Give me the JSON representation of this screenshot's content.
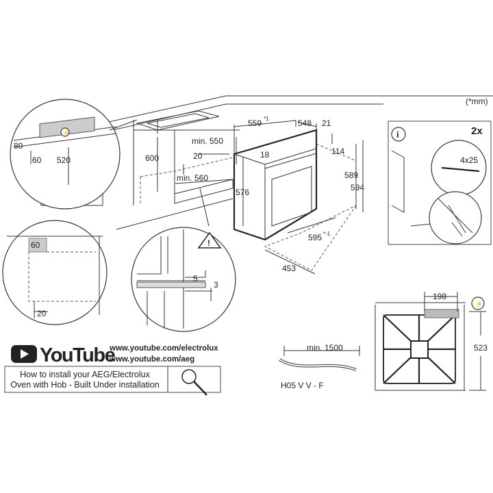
{
  "units_note": "(*mm)",
  "kitchen": {
    "dim_80": "80",
    "dim_60": "60",
    "dim_520": "520",
    "dim_600": "600",
    "dim_min550": "min. 550",
    "dim_20": "20",
    "dim_min560": "min. 560"
  },
  "oven": {
    "dim_559": "559",
    "dim_559_tol": "*1",
    "dim_548": "548",
    "dim_21": "21",
    "dim_18": "18",
    "dim_114": "114",
    "dim_576": "576",
    "dim_589": "589",
    "dim_594": "594",
    "dim_595": "595",
    "dim_595_tol": "*-1",
    "dim_453": "453"
  },
  "detail_vent": {
    "dim_60": "60",
    "dim_20": "20"
  },
  "detail_gap": {
    "dim_5": "5",
    "dim_3": "3"
  },
  "fixing": {
    "count": "2x",
    "screws": "4x25"
  },
  "hob_top": {
    "dim_198": "198",
    "dim_523": "523"
  },
  "cable": {
    "length": "min. 1500",
    "type": "H05 V V - F"
  },
  "video": {
    "brand": "YouTube",
    "url_1": "www.youtube.com/electrolux",
    "url_2": "www.youtube.com/aeg",
    "line_1": "How to install your AEG/Electrolux",
    "line_2": "Oven with Hob - Built Under installation"
  }
}
